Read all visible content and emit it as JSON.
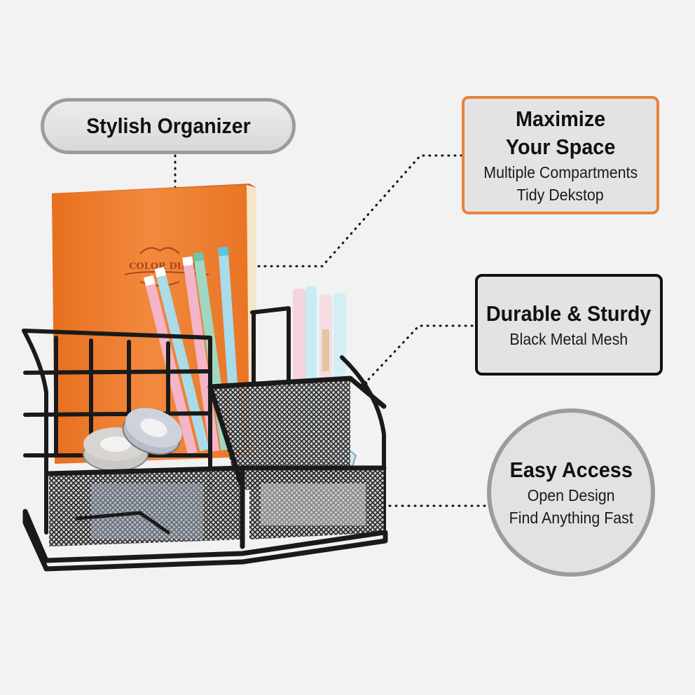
{
  "callouts": {
    "stylish": {
      "title": "Stylish Organizer"
    },
    "maximize": {
      "title_line1": "Maximize",
      "title_line2": "Your Space",
      "sub_line1": "Multiple Compartments",
      "sub_line2": "Tidy Dekstop"
    },
    "durable": {
      "title": "Durable & Sturdy",
      "sub": "Black Metal Mesh"
    },
    "easy": {
      "title": "Easy Access",
      "sub_line1": "Open Design",
      "sub_line2": "Find Anything Fast"
    }
  },
  "product": {
    "notebook_cover_text": "COLOR DIARY"
  },
  "colors": {
    "background": "#f2f2f2",
    "accent_orange": "#e8823e",
    "notebook_orange": "#ef7a2e",
    "metal_black": "#1a1a1a",
    "pill_gray": "#9c9c9c"
  }
}
